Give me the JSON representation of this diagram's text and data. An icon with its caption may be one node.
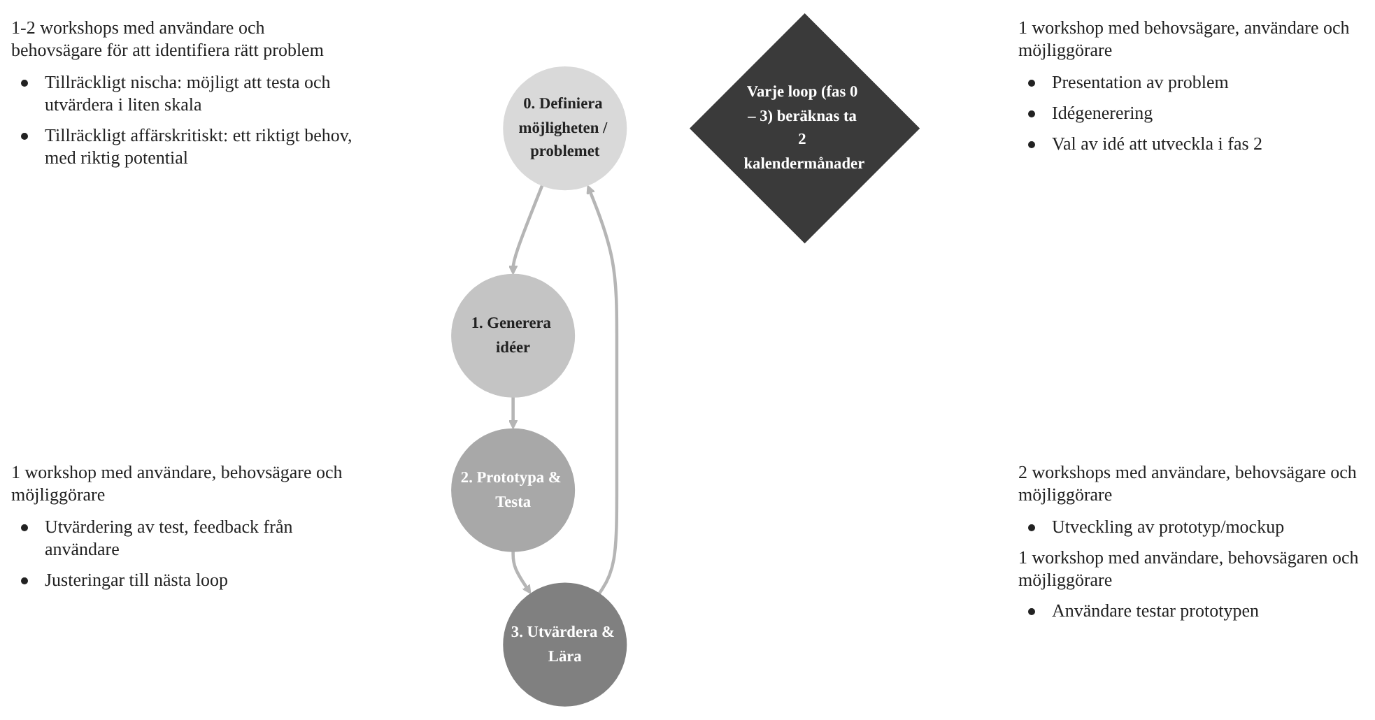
{
  "diagram": {
    "nodes": [
      {
        "text": [
          "0. Definiera möjligheten / problemet"
        ],
        "beside": [
          "1-2 workshops med användare och behovsägare för att identifiera rätt problem",
          "Tillräckligt nischa: möjligt att testa och utvärdera i liten skala",
          "Tillräckligt affärskritiskt: ett riktigt behov, med riktig potential"
        ]
      },
      {
        "text": [
          "1. Generera idéer"
        ],
        "beside": [
          "1 workshop med behovsägare, användare och möjliggörare",
          "Presentation av problem",
          "Idégenerering",
          "Val av idé att utveckla i fas 2"
        ]
      },
      {
        "text": [
          "2. Prototypa & Testa"
        ],
        "beside": [
          "2 workshops med användare, behovsägare och möjliggörare",
          "Utveckling av prototyp/mockup",
          "1 workshop med användare, behovsägaren och möjliggörare",
          "Användare testar prototypen"
        ]
      },
      {
        "text": [
          "3. Utvärdera & Lära"
        ],
        "beside": [
          "1 workshop med användare, behovsägare och möjliggörare",
          "Utvärdering av test, feedback från användare",
          "Justeringar till nästa loop"
        ]
      },
      {
        "text": [
          "Varje loop (fas 0 – 3) beräknas ta 2 kalendermånader"
        ]
      }
    ],
    "edges": [
      {
        "from": 0,
        "to": 1,
        "arrow": "to"
      },
      {
        "from": 1,
        "to": 2,
        "arrow": "to"
      },
      {
        "from": 2,
        "to": 3,
        "arrow": "to"
      },
      {
        "from": 3,
        "to": 0,
        "arrow": "to"
      }
    ]
  }
}
